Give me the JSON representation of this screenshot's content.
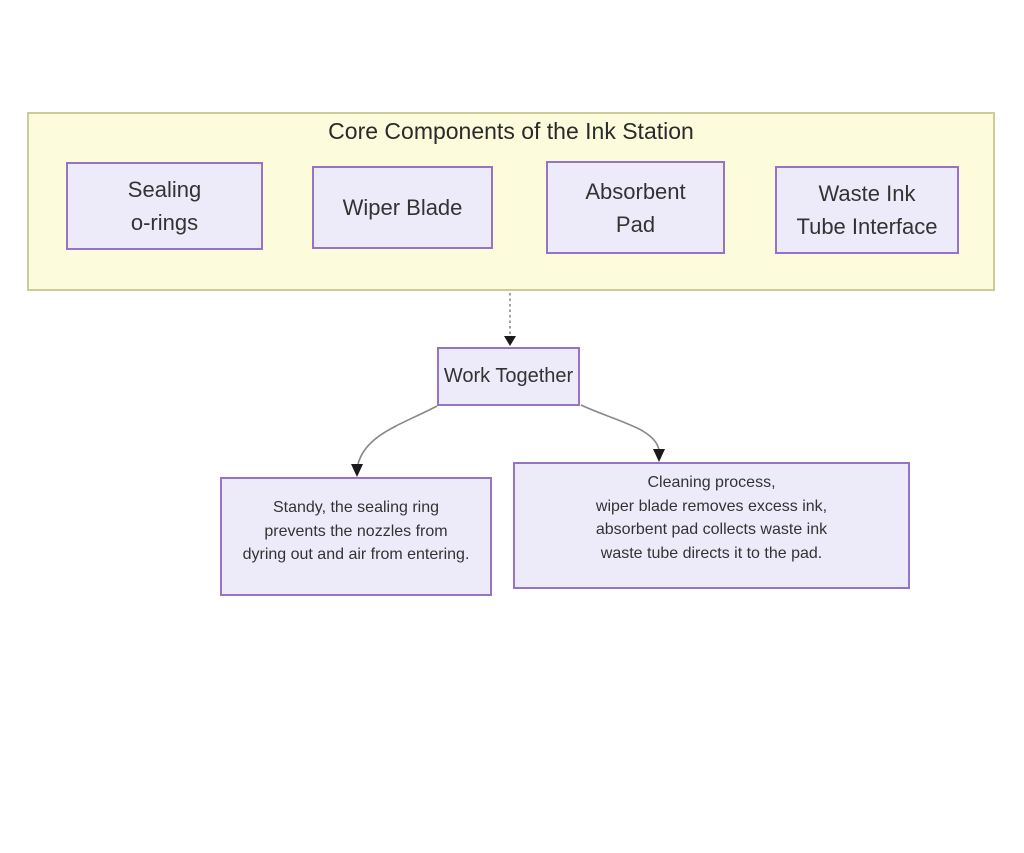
{
  "diagram": {
    "group": {
      "title": "Core Components of the Ink Station",
      "components": [
        {
          "id": "sealing-o-rings",
          "label": "Sealing\no-rings"
        },
        {
          "id": "wiper-blade",
          "label": "Wiper Blade"
        },
        {
          "id": "absorbent-pad",
          "label": "Absorbent\nPad"
        },
        {
          "id": "waste-ink-tube-interface",
          "label": "Waste Ink\nTube Interface"
        }
      ]
    },
    "work_together": {
      "label": "Work Together"
    },
    "outcomes": [
      {
        "id": "standby-sealing",
        "text": "Standy, the sealing ring\nprevents the nozzles from\ndyring out and air from entering."
      },
      {
        "id": "cleaning-process",
        "text": "Cleaning process,\nwiper blade removes excess ink,\nabsorbent pad collects waste ink\nwaste tube directs it to the pad."
      }
    ],
    "edges": [
      {
        "from": "core-components-group",
        "to": "work-together",
        "style": "dashed-straight"
      },
      {
        "from": "work-together",
        "to": "standby-sealing",
        "style": "solid-curve"
      },
      {
        "from": "work-together",
        "to": "cleaning-process",
        "style": "solid-curve"
      }
    ],
    "colors": {
      "container_fill": "#fcfbdc",
      "container_border": "#cccc99",
      "node_fill": "#edebfa",
      "node_border": "#9673c5",
      "arrow_line": "#888888",
      "arrow_head": "#1a1a1a",
      "title_text": "#2a2a2a",
      "node_text": "#333333"
    }
  }
}
